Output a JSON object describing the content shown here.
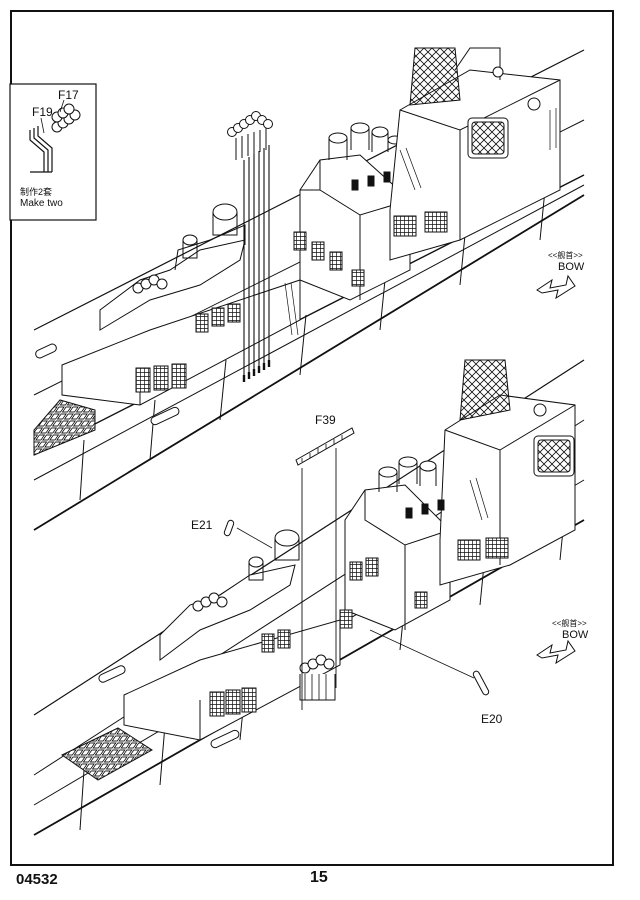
{
  "inset": {
    "part_f17": "F17",
    "part_f19": "F19",
    "note_cn": "制作2套",
    "note_en": "Make two"
  },
  "top_view": {
    "bow_cn": "<<舰首>>",
    "bow_en": "BOW"
  },
  "bottom_view": {
    "part_f39": "F39",
    "part_e21": "E21",
    "part_e20": "E20",
    "bow_cn": "<<舰首>>",
    "bow_en": "BOW"
  },
  "footer": {
    "kit_number": "04532",
    "page_number": "15"
  }
}
